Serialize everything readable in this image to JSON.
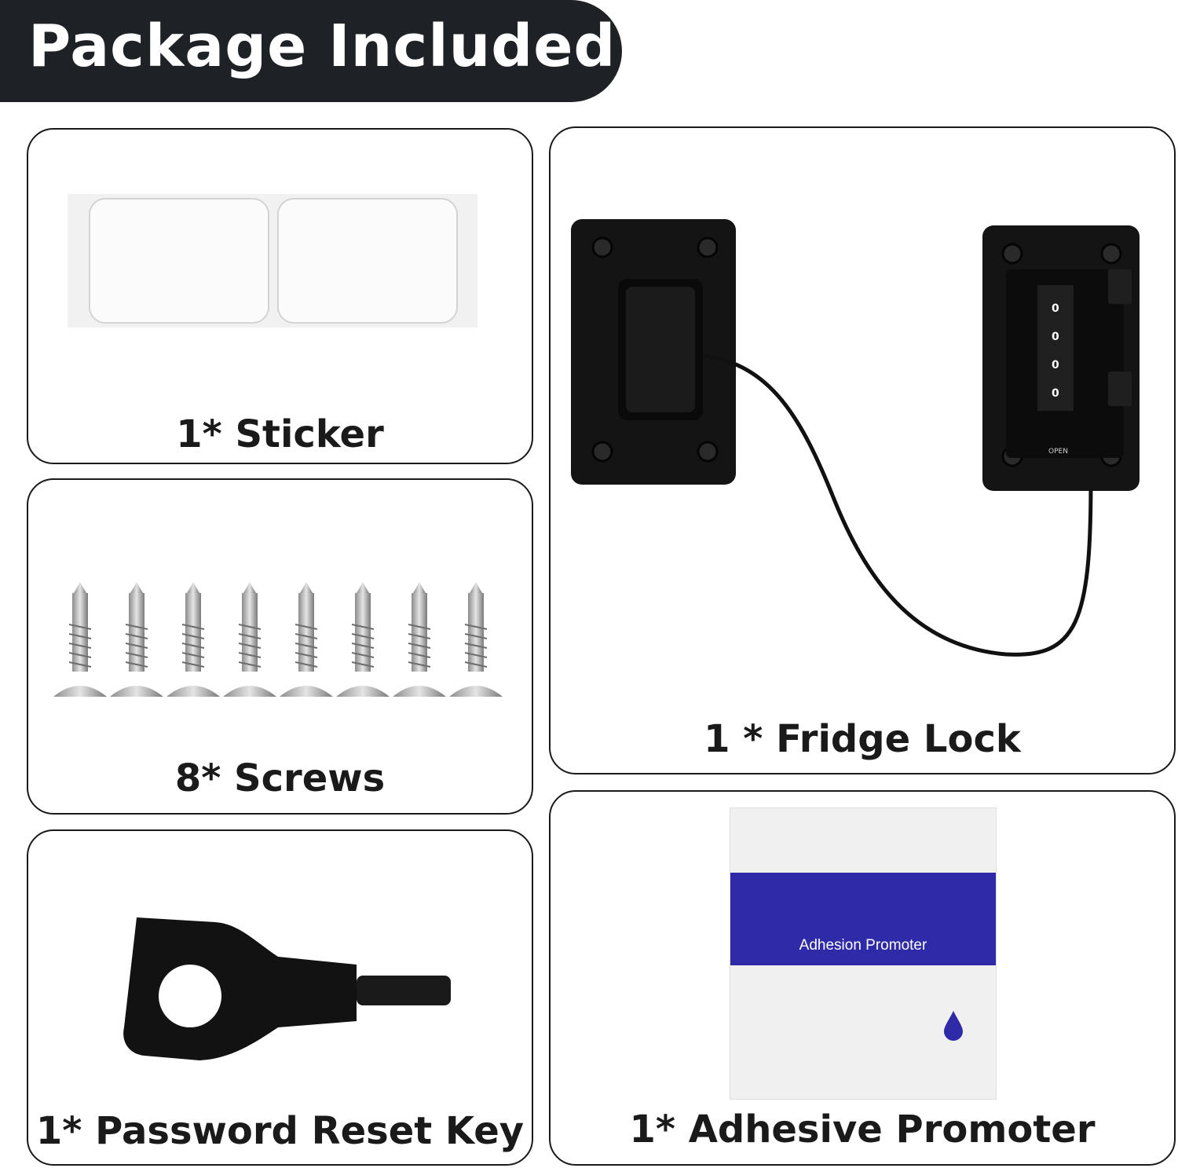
{
  "header": {
    "title": "Package Included"
  },
  "items": [
    {
      "label": "1* Sticker",
      "icon": "sticker-icon"
    },
    {
      "label": "8* Screws",
      "icon": "screws-icon"
    },
    {
      "label": "1* Password Reset Key",
      "icon": "key-icon"
    },
    {
      "label": "1 * Fridge Lock",
      "icon": "fridge-lock-icon"
    },
    {
      "label": "1* Adhesive Promoter",
      "icon": "adhesive-promoter-icon"
    }
  ],
  "lock_digits": [
    "0",
    "0",
    "0",
    "0"
  ],
  "lock_open_label": "OPEN",
  "promoter_packet_text": "Adhesion Promoter",
  "colors": {
    "banner": "#1e2126",
    "packet_blue": "#2f2aa8",
    "border": "#1a1a1a"
  }
}
